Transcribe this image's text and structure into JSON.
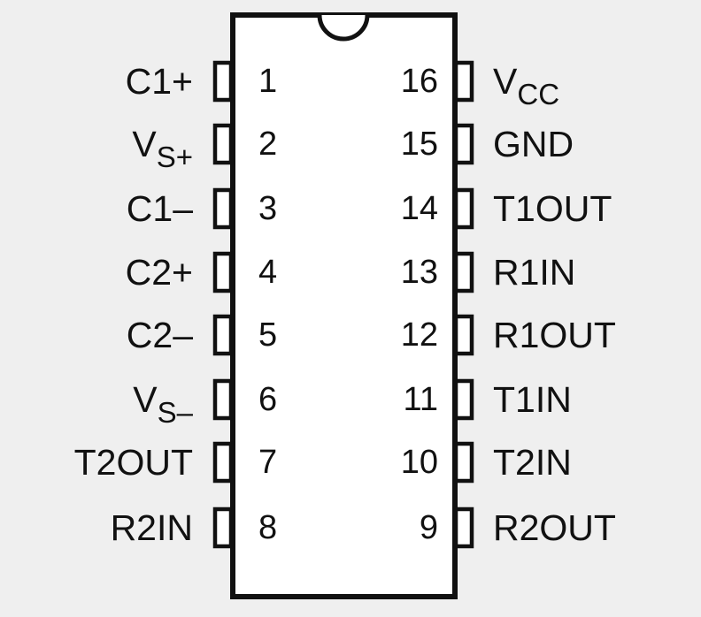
{
  "left_pins": [
    {
      "number": "1",
      "name": "C1+",
      "sub": ""
    },
    {
      "number": "2",
      "name": "V",
      "sub": "S+"
    },
    {
      "number": "3",
      "name": "C1–",
      "sub": ""
    },
    {
      "number": "4",
      "name": "C2+",
      "sub": ""
    },
    {
      "number": "5",
      "name": "C2–",
      "sub": ""
    },
    {
      "number": "6",
      "name": "V",
      "sub": "S–"
    },
    {
      "number": "7",
      "name": "T2OUT",
      "sub": ""
    },
    {
      "number": "8",
      "name": "R2IN",
      "sub": ""
    }
  ],
  "right_pins": [
    {
      "number": "16",
      "name": "V",
      "sub": "CC"
    },
    {
      "number": "15",
      "name": "GND",
      "sub": ""
    },
    {
      "number": "14",
      "name": "T1OUT",
      "sub": ""
    },
    {
      "number": "13",
      "name": "R1IN",
      "sub": ""
    },
    {
      "number": "12",
      "name": "R1OUT",
      "sub": ""
    },
    {
      "number": "11",
      "name": "T1IN",
      "sub": ""
    },
    {
      "number": "10",
      "name": "T2IN",
      "sub": ""
    },
    {
      "number": "9",
      "name": "R2OUT",
      "sub": ""
    }
  ]
}
